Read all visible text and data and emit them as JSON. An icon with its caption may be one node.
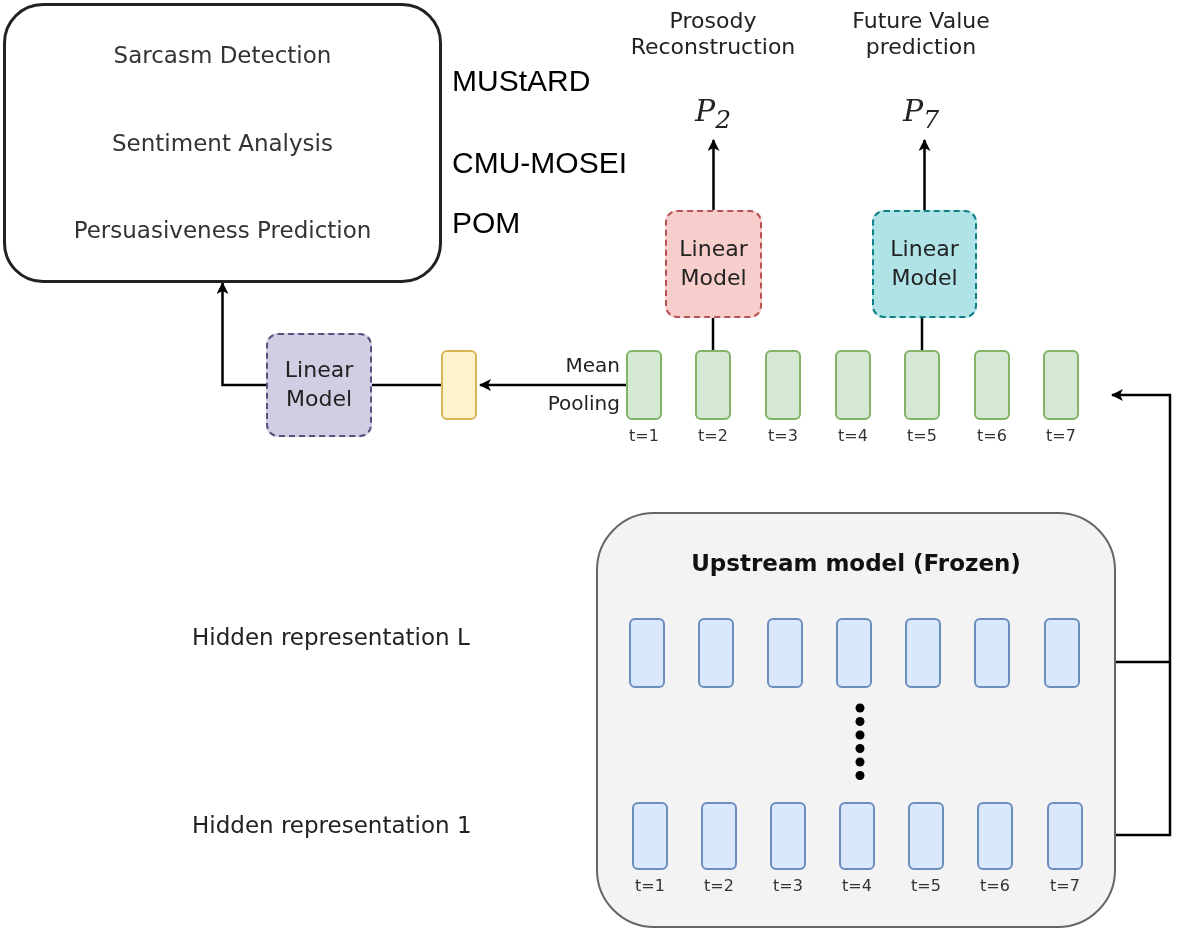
{
  "diagram": {
    "nodes": [
      {
        "text": [
          "Sarcasm Detection",
          "Sentiment Analysis",
          "Persuasiveness Prediction"
        ]
      },
      {
        "text": [
          "Linear Model"
        ]
      },
      {
        "text": [],
        "shape": "box"
      },
      {
        "text": [],
        "shape": "box",
        "beside": [
          "t=1"
        ]
      },
      {
        "text": [],
        "shape": "box",
        "beside": [
          "t=2"
        ]
      },
      {
        "text": [],
        "shape": "box",
        "beside": [
          "t=3"
        ]
      },
      {
        "text": [],
        "shape": "box",
        "beside": [
          "t=4"
        ]
      },
      {
        "text": [],
        "shape": "box",
        "beside": [
          "t=5"
        ]
      },
      {
        "text": [],
        "shape": "box",
        "beside": [
          "t=6"
        ]
      },
      {
        "text": [],
        "shape": "box",
        "beside": [
          "t=7"
        ]
      },
      {
        "text": [
          "Linear Model"
        ]
      },
      {
        "text": [
          "Linear Model"
        ]
      },
      {
        "text": [
          "Prosody Reconstruction",
          "P$_{2}$"
        ]
      },
      {
        "text": [
          "Future Value prediction",
          "P$_{7}$"
        ]
      },
      {
        "text": [
          "Upstream model (Frozen)"
        ]
      },
      {
        "text": [],
        "shape": "box",
        "in": 14
      },
      {
        "text": [],
        "shape": "box",
        "in": 14
      },
      {
        "text": [],
        "shape": "box",
        "in": 14
      },
      {
        "text": [],
        "shape": "box",
        "in": 14
      },
      {
        "text": [],
        "shape": "box",
        "in": 14
      },
      {
        "text": [],
        "shape": "box",
        "in": 14
      },
      {
        "text": [],
        "shape": "box",
        "in": 14
      },
      {
        "text": [],
        "shape": "box",
        "in": 14,
        "beside": [
          "t=1"
        ]
      },
      {
        "text": [],
        "shape": "box",
        "in": 14,
        "beside": [
          "t=2"
        ]
      },
      {
        "text": [],
        "shape": "box",
        "in": 14,
        "beside": [
          "t=3"
        ]
      },
      {
        "text": [],
        "shape": "box",
        "in": 14,
        "beside": [
          "t=4"
        ]
      },
      {
        "text": [],
        "shape": "box",
        "in": 14,
        "beside": [
          "t=5"
        ]
      },
      {
        "text": [],
        "shape": "box",
        "in": 14,
        "beside": [
          "t=6"
        ]
      },
      {
        "text": [],
        "shape": "box",
        "in": 14,
        "beside": [
          "t=7"
        ]
      }
    ],
    "edges": [
      {
        "from": 1,
        "to": 0,
        "arrow": "to"
      },
      {
        "from": 2,
        "to": 1,
        "arrow": "none"
      },
      {
        "from": 3,
        "to": 2,
        "arrow": "to",
        "label": "Mean Pooling"
      },
      {
        "from": 4,
        "to": 10,
        "arrow": "none"
      },
      {
        "from": 10,
        "to": 12,
        "arrow": "to"
      },
      {
        "from": 7,
        "to": 11,
        "arrow": "none"
      },
      {
        "from": 11,
        "to": 13,
        "arrow": "to"
      },
      {
        "from": 14,
        "to": 9,
        "arrow": "to"
      }
    ],
    "labels": [
      "MUStARD",
      "CMU-MOSEI",
      "POM",
      "Hidden representation L",
      "Hidden representation 1"
    ]
  }
}
